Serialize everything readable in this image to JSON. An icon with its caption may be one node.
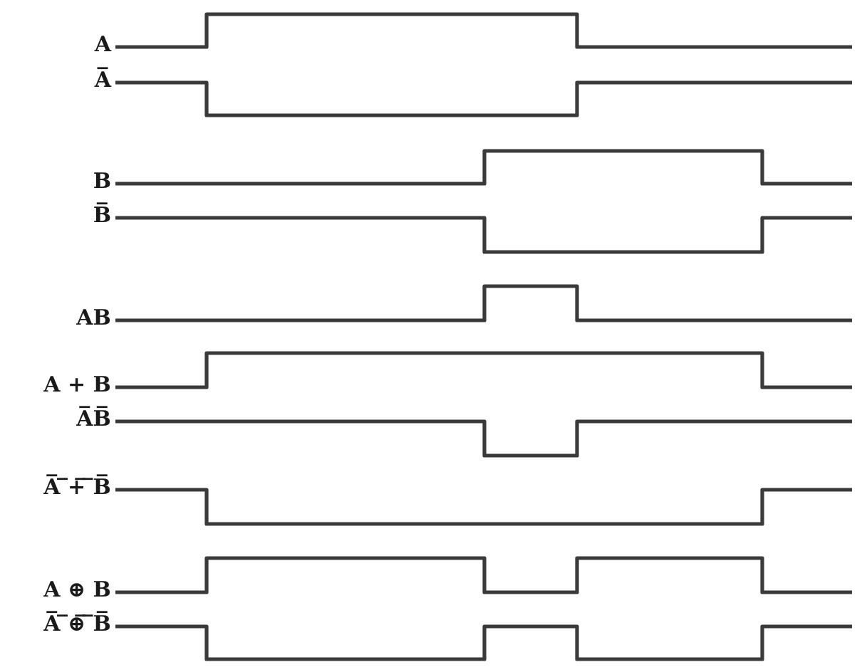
{
  "diagram": {
    "labels": [
      "A",
      "A̅",
      "B",
      "B̅",
      "AB",
      "A + B",
      "A̅B̅",
      "A̅ ̅+̅ ̅B̅",
      "A ⊕ B",
      "A̅ ̅⊕̅ ̅B̅"
    ]
  }
}
